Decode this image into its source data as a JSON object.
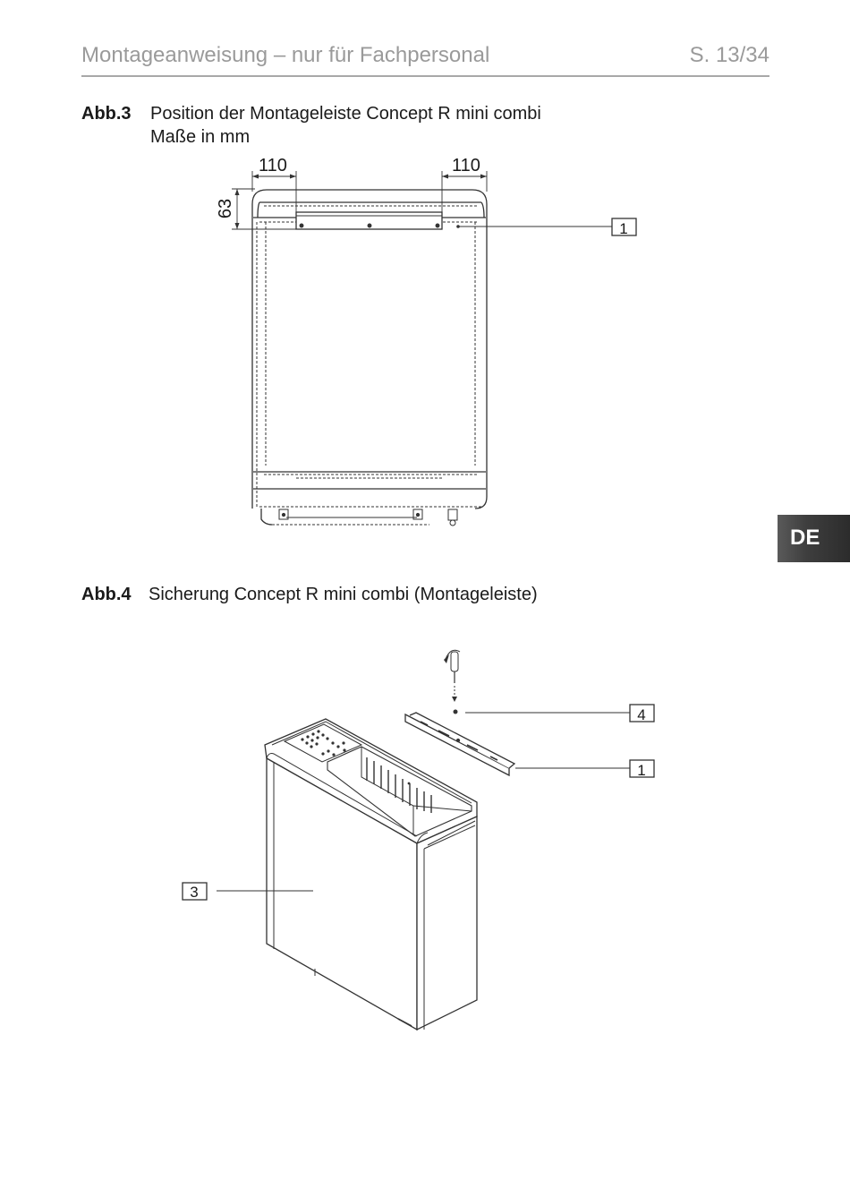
{
  "header": {
    "title": "Montageanweisung – nur für Fachpersonal",
    "page": "S. 13/34"
  },
  "fig3": {
    "label": "Abb.3",
    "caption_line1": "Position der Montageleiste Concept R mini combi",
    "caption_line2": "Maße in mm",
    "dim_left": "110",
    "dim_right": "110",
    "dim_height": "63",
    "callout_1": "1"
  },
  "fig4": {
    "label": "Abb.4",
    "caption": "Sicherung Concept R mini combi (Montageleiste)",
    "callout_4": "4",
    "callout_1": "1",
    "callout_3": "3"
  },
  "language_tab": "DE"
}
